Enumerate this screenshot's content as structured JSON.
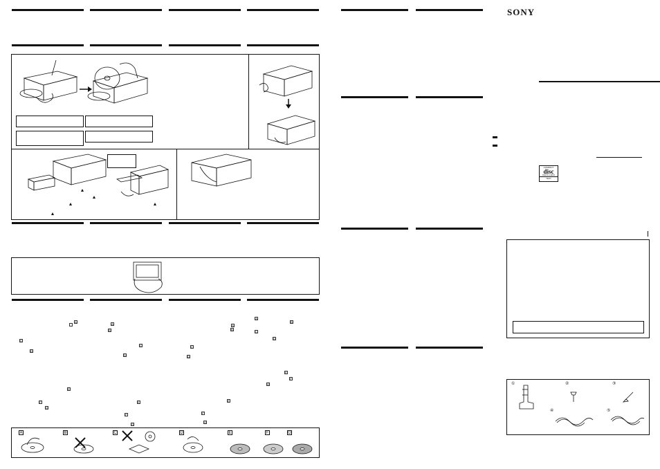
{
  "brand": {
    "logo": "SONY"
  },
  "disc_logo": {
    "top": "COMPACT",
    "main": "disc",
    "sub": "DIGITAL AUDIO",
    "tag": "TEXT"
  },
  "figure_boxes": {
    "label_small": ""
  },
  "disc_handling_labels": [
    "A",
    "B",
    "C",
    "D",
    "E",
    "F",
    "G"
  ],
  "parts_numbers": [
    "①",
    "②",
    "③",
    "④",
    "⑤"
  ],
  "inline_markers": {
    "col1": [
      "A",
      "C",
      "D",
      "E",
      "F",
      "G"
    ],
    "col2": [
      "A",
      "B",
      "C",
      "D",
      "E",
      "F",
      "G"
    ],
    "col3": [
      "A",
      "B",
      "C",
      "D",
      "E",
      "F",
      "G"
    ],
    "col4": [
      "A",
      "B",
      "C",
      "D",
      "E",
      "F",
      "G"
    ]
  },
  "colors": {
    "ink": "#111111",
    "paper": "#ffffff"
  }
}
